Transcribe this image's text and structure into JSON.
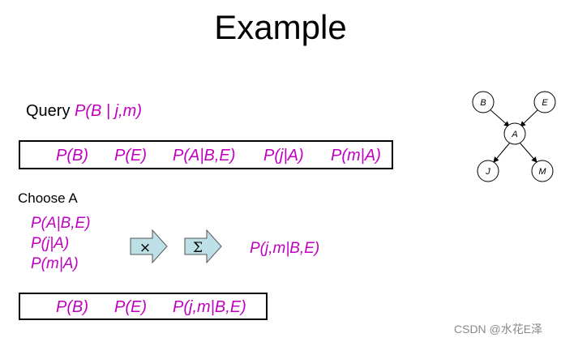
{
  "title": "Example",
  "query": {
    "label": "Query ",
    "expr": "P(B | j,m)"
  },
  "factor_list_1": [
    "P(B)",
    "P(E)",
    "P(A|B,E)",
    "P(j|A)",
    "P(m|A)"
  ],
  "choose": "Choose A",
  "selected_factors": [
    "P(A|B,E)",
    "P(j|A)",
    "P(m|A)"
  ],
  "ops": {
    "multiply": "×",
    "sum": "Σ"
  },
  "result": "P(j,m|B,E)",
  "factor_list_2": [
    "P(B)",
    "P(E)",
    "P(j,m|B,E)"
  ],
  "network": {
    "nodes": [
      "B",
      "E",
      "A",
      "J",
      "M"
    ],
    "edges": [
      [
        "B",
        "A"
      ],
      [
        "E",
        "A"
      ],
      [
        "A",
        "J"
      ],
      [
        "A",
        "M"
      ]
    ]
  },
  "watermark": "CSDN @水花E泽",
  "colors": {
    "accent": "#c000c0",
    "arrow_fill": "#bde0e6"
  }
}
